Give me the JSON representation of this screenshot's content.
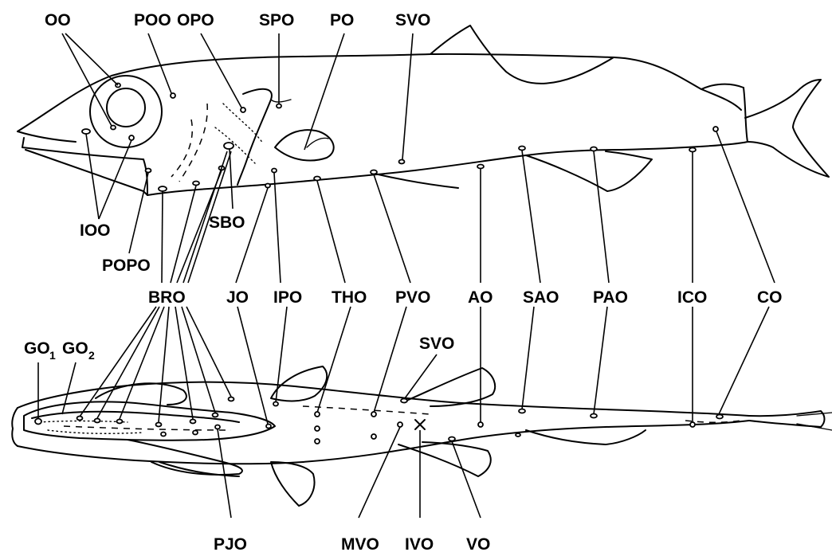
{
  "lateral_labels": {
    "oo": "OO",
    "poo": "POO",
    "opo": "OPO",
    "spo": "SPO",
    "po": "PO",
    "svo": "SVO",
    "ioo": "IOO",
    "popo": "POPO",
    "sbo": "SBO"
  },
  "middle_labels": {
    "bro": "BRO",
    "jo": "JO",
    "ipo": "IPO",
    "tho": "THO",
    "pvo": "PVO",
    "ao": "AO",
    "sao": "SAO",
    "pao": "PAO",
    "ico": "ICO",
    "co": "CO"
  },
  "ventral_labels": {
    "go1_main": "GO",
    "go1_sub": "1",
    "go2_main": "GO",
    "go2_sub": "2",
    "svo": "SVO",
    "pjo": "PJO",
    "mvo": "MVO",
    "ivo": "IVO",
    "vo": "VO"
  }
}
